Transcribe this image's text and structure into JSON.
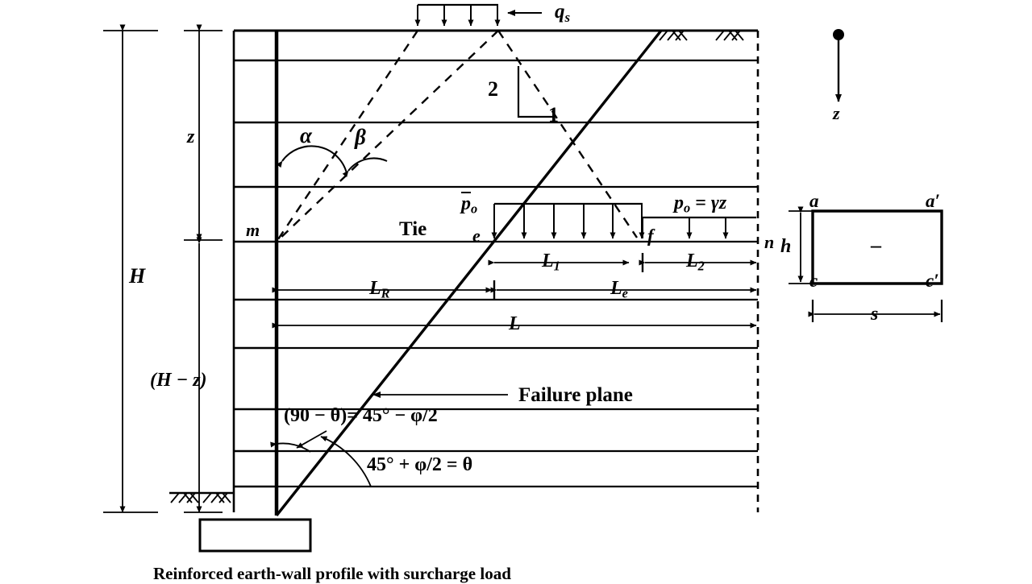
{
  "figure": {
    "caption": "Reinforced earth-wall profile with surcharge load",
    "type": "engineering-diagram",
    "subject": "Reinforced earth wall profile with surcharge load"
  },
  "loads": {
    "surcharge_label": "q",
    "surcharge_sub": "s",
    "slope_rise": "2",
    "slope_run": "1"
  },
  "angles": {
    "alpha": "α",
    "beta": "β",
    "theta_complement": "(90 − θ)= 45° − φ/2",
    "theta": "45° + φ/2 = θ"
  },
  "pressures": {
    "p_bar": "p",
    "p_bar_sub": "o",
    "p_o": "p",
    "p_o_sub": "o",
    "p_o_eq": "= γz"
  },
  "dimensions": {
    "H": "H",
    "H_minus_z": "(H − z)",
    "z": "z",
    "z_arrow": "z",
    "L": "L",
    "L_R": "L",
    "L_R_sub": "R",
    "L_e": "L",
    "L_e_sub": "e",
    "L_1": "L",
    "L_1_sub": "1",
    "L_2": "L",
    "L_2_sub": "2",
    "h": "h",
    "s": "s"
  },
  "points": {
    "m": "m",
    "e": "e",
    "f": "f",
    "n": "n",
    "a": "a",
    "a_prime": "a′",
    "c": "c",
    "c_prime": "c′"
  },
  "annotations": {
    "tie": "Tie",
    "failure_plane": "Failure plane",
    "detail_minus": "–"
  },
  "colors": {
    "line": "#000000",
    "background": "#ffffff"
  }
}
